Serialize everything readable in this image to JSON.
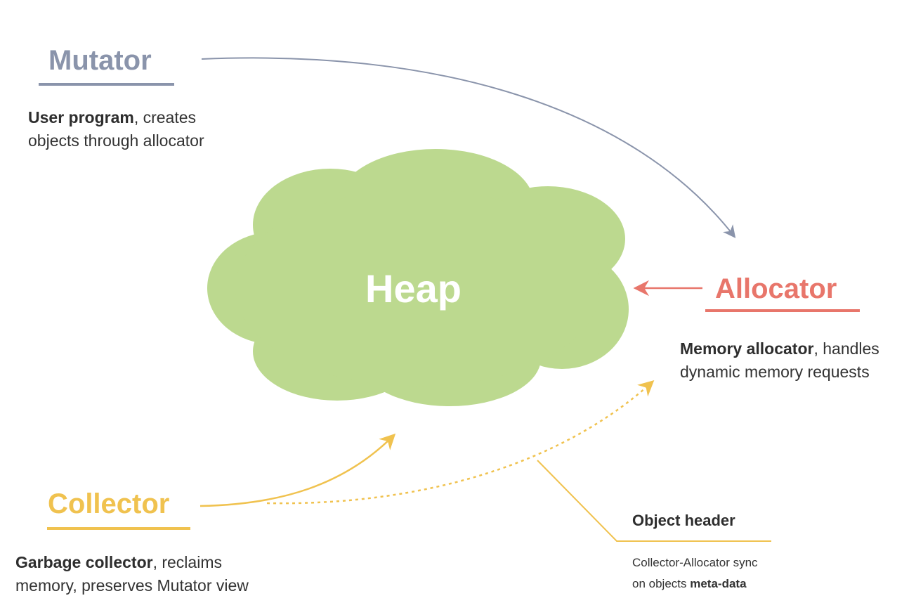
{
  "colors": {
    "mutator": "#8a94ab",
    "allocator": "#e8766b",
    "collector": "#f0c24f",
    "heap_fill": "#bcd98f",
    "heap_text": "#ffffff",
    "body_text": "#333333"
  },
  "mutator": {
    "title": "Mutator",
    "desc_bold": "User program",
    "desc_line1_rest": ", creates",
    "desc_line2": "objects through allocator"
  },
  "heap": {
    "label": "Heap"
  },
  "allocator": {
    "title": "Allocator",
    "desc_bold": "Memory allocator",
    "desc_line1_rest": ", handles",
    "desc_line2": "dynamic memory requests"
  },
  "collector": {
    "title": "Collector",
    "desc_bold": "Garbage collector",
    "desc_line1_rest": ", reclaims",
    "desc_line2": "memory, preserves Mutator view"
  },
  "object_header": {
    "title": "Object header",
    "desc_line1": "Collector-Allocator sync",
    "desc_line2_prefix": "on objects ",
    "desc_line2_bold": "meta-data"
  },
  "connections": [
    {
      "from": "Mutator",
      "to": "Allocator",
      "style": "solid",
      "color": "#8a94ab"
    },
    {
      "from": "Allocator",
      "to": "Heap",
      "style": "solid",
      "color": "#e8766b"
    },
    {
      "from": "Collector",
      "to": "Heap",
      "style": "solid",
      "color": "#f0c24f"
    },
    {
      "from": "Collector",
      "to": "Allocator",
      "style": "dotted",
      "color": "#f0c24f"
    }
  ]
}
